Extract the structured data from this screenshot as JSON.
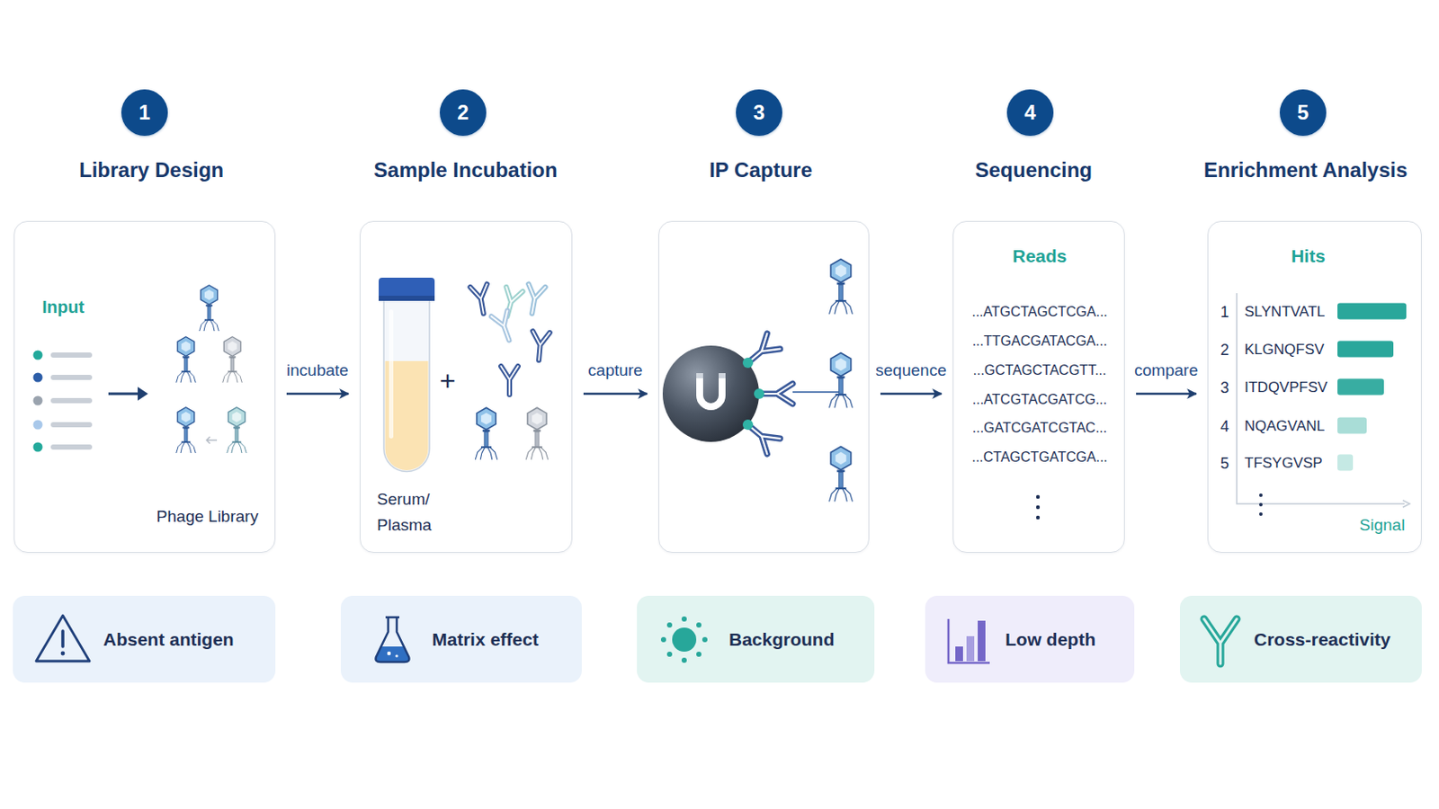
{
  "diagram": {
    "nodes": [
      {
        "text": [
          "1"
        ]
      },
      {
        "text": [
          "2"
        ]
      },
      {
        "text": [
          "3"
        ]
      },
      {
        "text": [
          "4"
        ]
      },
      {
        "text": [
          "5"
        ]
      },
      {
        "text": [
          "Library Design",
          "Input",
          "Phage Library"
        ]
      },
      {
        "text": [
          "Sample Incubation",
          "Serum/ Plasma",
          "+"
        ]
      },
      {
        "text": [
          "IP Capture"
        ]
      },
      {
        "text": [
          "Sequencing",
          "Reads",
          "...ATGCTAGCTCGA...",
          "...TTGACGATACGA...",
          "...GCTAGCTACGTT...",
          "...ATCGTACGATCG...",
          "...GATCGATCGTAC...",
          "...CTAGCTGATCGA..."
        ]
      },
      {
        "text": [
          "Enrichment Analysis",
          "Hits",
          "1",
          "SLYNTVATL",
          "2",
          "KLGNQFSV",
          "3",
          "ITDQVPFSV",
          "4",
          "NQAGVANL",
          "5",
          "TFSYGVSP",
          "Signal"
        ]
      },
      {
        "text": [
          "Absent antigen"
        ]
      },
      {
        "text": [
          "Matrix effect"
        ]
      },
      {
        "text": [
          "Background"
        ]
      },
      {
        "text": [
          "Low depth"
        ]
      },
      {
        "text": [
          "Cross-reactivity"
        ]
      }
    ],
    "edges": [
      {
        "from": 5,
        "to": 6,
        "arrow": "to",
        "label": "incubate"
      },
      {
        "from": 6,
        "to": 7,
        "arrow": "to",
        "label": "capture"
      },
      {
        "from": 7,
        "to": 8,
        "arrow": "to",
        "label": "sequence"
      },
      {
        "from": 8,
        "to": 9,
        "arrow": "to",
        "label": "compare"
      }
    ]
  }
}
